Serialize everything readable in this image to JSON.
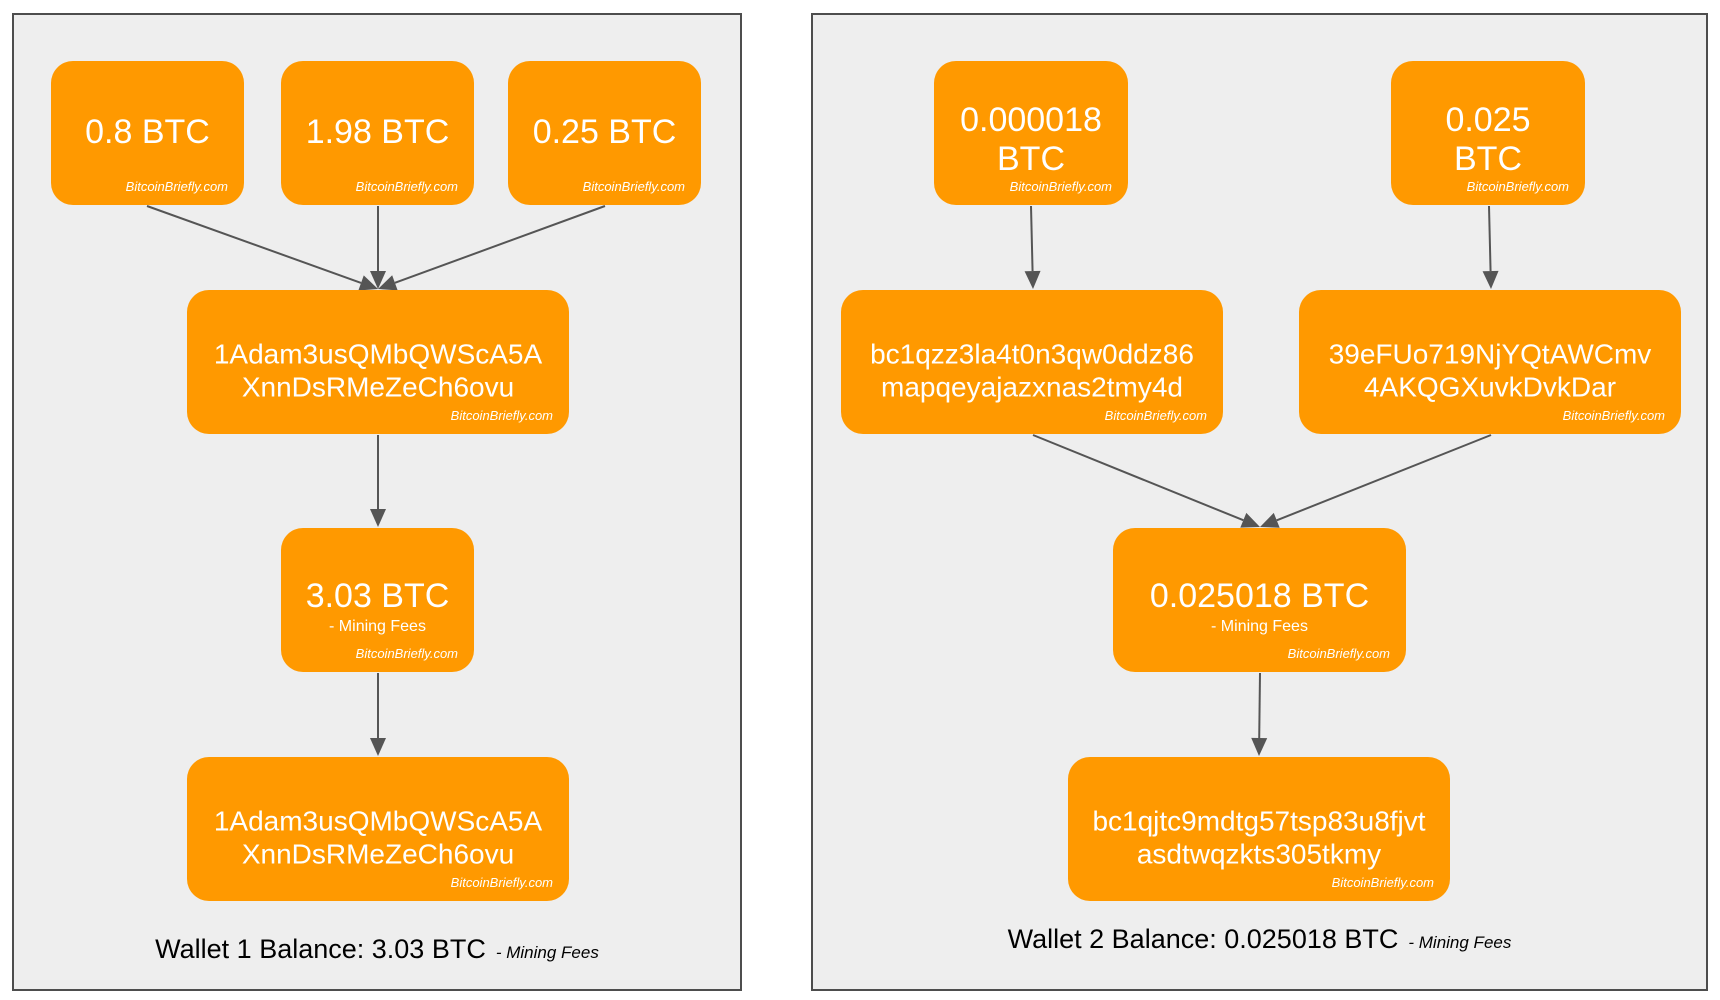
{
  "watermark": "BitcoinBriefly.com",
  "colors": {
    "node_fill": "#ff9900",
    "cluster_fill": "#eeeeee",
    "cluster_border": "#4d4d4d",
    "edge": "#555555"
  },
  "wallets": [
    {
      "id": "wallet-1",
      "balance_label": "Wallet 1 Balance: 3.03 BTC",
      "fee_label": "- Mining Fees",
      "nodes": [
        {
          "id": "w1-in-1",
          "lines": [
            "0.8 BTC"
          ]
        },
        {
          "id": "w1-in-2",
          "lines": [
            "1.98 BTC"
          ]
        },
        {
          "id": "w1-in-3",
          "lines": [
            "0.25 BTC"
          ]
        },
        {
          "id": "w1-addr",
          "lines": [
            "1Adam3usQMbQWScA5A",
            "XnnDsRMeZeCh6ovu"
          ]
        },
        {
          "id": "w1-total",
          "lines": [
            "3.03 BTC"
          ],
          "subtitle": "- Mining Fees"
        },
        {
          "id": "w1-out",
          "lines": [
            "1Adam3usQMbQWScA5A",
            "XnnDsRMeZeCh6ovu"
          ]
        }
      ],
      "edges": [
        [
          "w1-in-1",
          "w1-addr"
        ],
        [
          "w1-in-2",
          "w1-addr"
        ],
        [
          "w1-in-3",
          "w1-addr"
        ],
        [
          "w1-addr",
          "w1-total"
        ],
        [
          "w1-total",
          "w1-out"
        ]
      ]
    },
    {
      "id": "wallet-2",
      "balance_label": "Wallet 2 Balance: 0.025018 BTC",
      "fee_label": "- Mining Fees",
      "nodes": [
        {
          "id": "w2-in-1",
          "lines": [
            "0.000018",
            "BTC"
          ]
        },
        {
          "id": "w2-in-2",
          "lines": [
            "0.025",
            "BTC"
          ]
        },
        {
          "id": "w2-addr-1",
          "lines": [
            "bc1qzz3la4t0n3qw0ddz86",
            "mapqeyajazxnas2tmy4d"
          ]
        },
        {
          "id": "w2-addr-2",
          "lines": [
            "39eFUo719NjYQtAWCmv",
            "4AKQGXuvkDvkDar"
          ]
        },
        {
          "id": "w2-total",
          "lines": [
            "0.025018 BTC"
          ],
          "subtitle": "- Mining Fees"
        },
        {
          "id": "w2-out",
          "lines": [
            "bc1qjtc9mdtg57tsp83u8fjvt",
            "asdtwqzkts305tkmy"
          ]
        }
      ],
      "edges": [
        [
          "w2-in-1",
          "w2-addr-1"
        ],
        [
          "w2-in-2",
          "w2-addr-2"
        ],
        [
          "w2-addr-1",
          "w2-total"
        ],
        [
          "w2-addr-2",
          "w2-total"
        ],
        [
          "w2-total",
          "w2-out"
        ]
      ]
    }
  ]
}
